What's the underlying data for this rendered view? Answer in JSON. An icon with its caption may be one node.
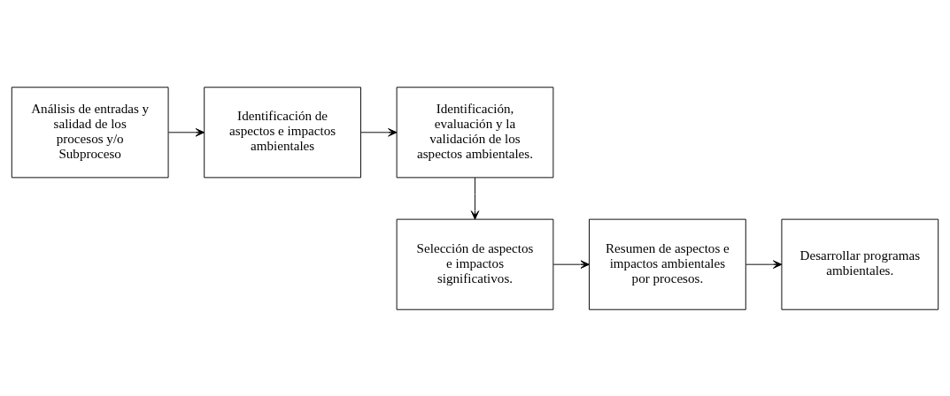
{
  "diagram": {
    "nodes": [
      {
        "text": [
          "Análisis de entradas y salidad de los procesos y/o Subproceso"
        ]
      },
      {
        "text": [
          "Identificación de aspectos e impactos ambientales"
        ]
      },
      {
        "text": [
          "Identificación, evaluación y la validación de los aspectos ambientales."
        ]
      },
      {
        "text": [
          "Selección de aspectos e impactos significativos."
        ]
      },
      {
        "text": [
          "Resumen de aspectos e impactos ambientales por procesos."
        ]
      },
      {
        "text": [
          "Desarrollar programas ambientales."
        ]
      }
    ],
    "edges": [
      {
        "from": 0,
        "to": 1,
        "arrow": "to"
      },
      {
        "from": 1,
        "to": 2,
        "arrow": "to"
      },
      {
        "from": 2,
        "to": 3,
        "arrow": "to"
      },
      {
        "from": 3,
        "to": 4,
        "arrow": "to"
      },
      {
        "from": 4,
        "to": 5,
        "arrow": "to"
      }
    ]
  }
}
